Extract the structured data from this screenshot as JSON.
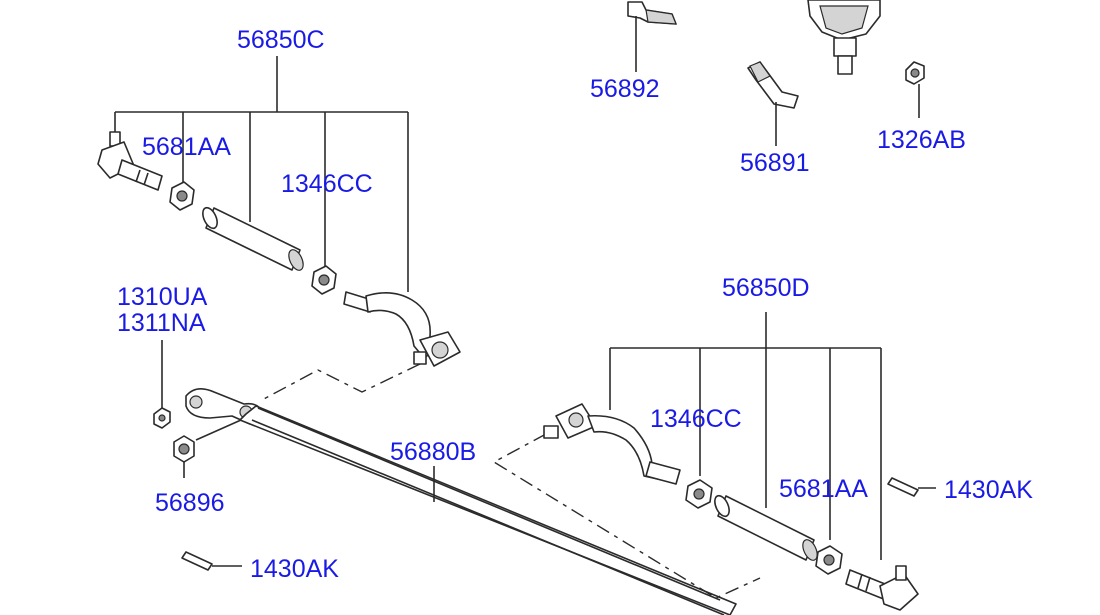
{
  "labels": {
    "tie_rod_left": "56850C",
    "tie_rod_right": "56850D",
    "end_left": "5681AA",
    "end_right": "5681AA",
    "nut_left": "1346CC",
    "nut_right": "1346CC",
    "bolt_a": "1310UA",
    "bolt_b": "1311NA",
    "nut_56896": "56896",
    "center_link": "56880B",
    "pin_left": "1430AK",
    "pin_right": "1430AK",
    "part_56892": "56892",
    "part_56891": "56891",
    "part_1326AB": "1326AB"
  }
}
